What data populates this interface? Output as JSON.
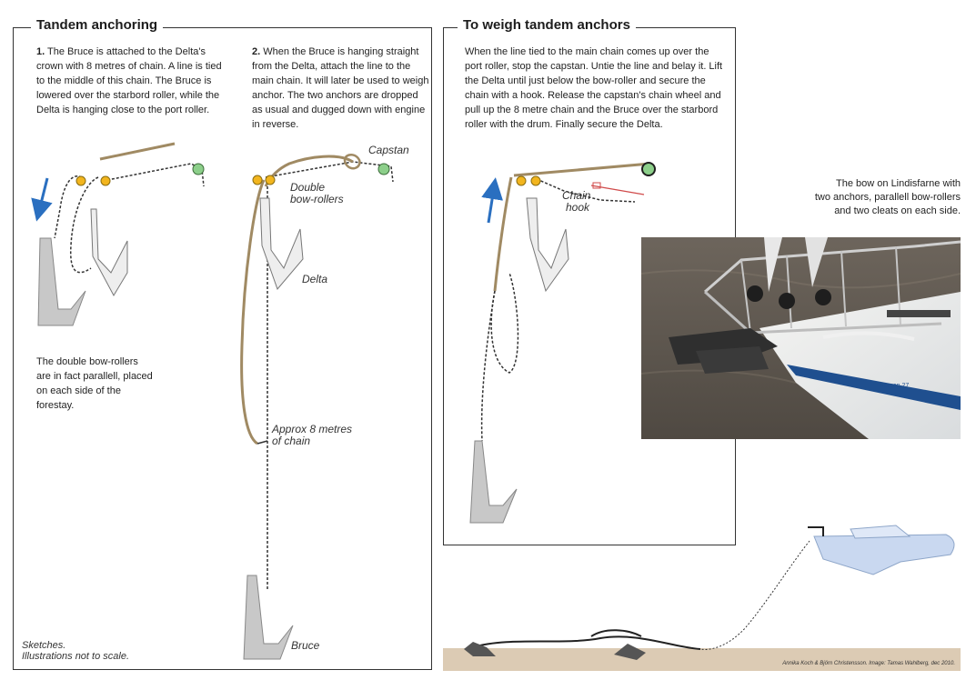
{
  "tandem": {
    "title": "Tandem anchoring",
    "step1_num": "1.",
    "step1_text": "The Bruce is attached to the Delta's crown with 8 metres of chain. A line is tied to the middle of this chain. The Bruce is lowered over the starbord roller, while the Delta is hanging close to the port roller.",
    "step2_num": "2.",
    "step2_text": "When the Bruce is hanging straight from the Delta, attach the line to the main chain. It will later be used to weigh anchor. The two anchors are dropped as usual and dugged down with engine in reverse.",
    "note_parallel": "The double bow-rollers are in fact parallell, placed on each side of the forestay.",
    "note_sketch_1": "Sketches.",
    "note_sketch_2": "Illustrations not to scale.",
    "labels": {
      "capstan": "Capstan",
      "double_1": "Double",
      "double_2": "bow-rollers",
      "delta": "Delta",
      "approx_1": "Approx 8 metres",
      "approx_2": "of chain",
      "bruce": "Bruce"
    }
  },
  "weigh": {
    "title": "To weigh tandem anchors",
    "text": "When the line tied to the main chain comes up over the port roller, stop the capstan. Untie the line and belay it. Lift the Delta until just below the bow-roller and secure the chain with a hook. Release the capstan's chain wheel and pull up the 8 metre chain and the Bruce over the starbord roller with the drum. Finally secure the Delta.",
    "chain_hook_1": "Chain",
    "chain_hook_2": "hook"
  },
  "photo": {
    "caption_1": "The bow on Lindisfarne with",
    "caption_2": "two anchors, parallell bow-rollers",
    "caption_3": "and two cleats on each side.",
    "hull_text": "Bergen 27"
  },
  "credit": "Annika Koch & Björn Christensson. Image: Tamas Wahlberg, dec 2010.",
  "colors": {
    "roller_yellow": "#f2b51e",
    "capstan_green": "#8ccf8a",
    "arrow_blue": "#2a6fc0",
    "anchor_grey": "#c8c8c8",
    "boat_blue": "#c9d8f0",
    "seabed": "#dccbb4",
    "hull_stripe": "#1f4f8f"
  }
}
